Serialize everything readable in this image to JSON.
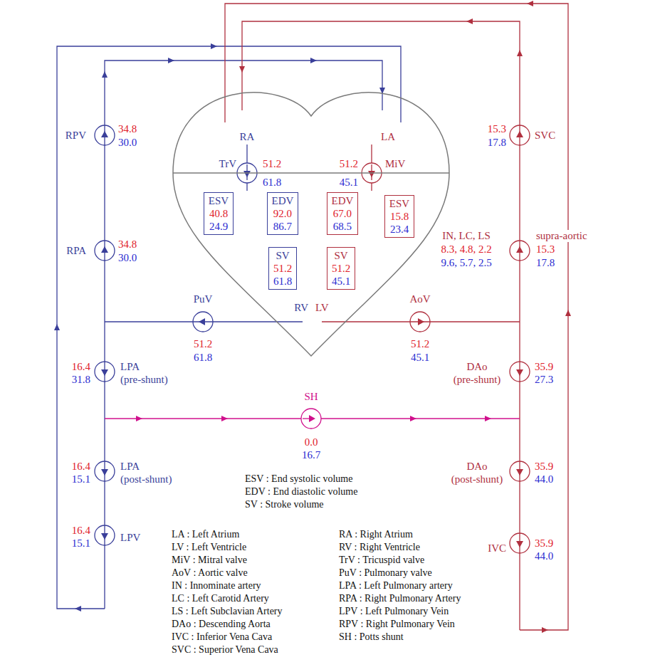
{
  "diagram": {
    "nodes": [
      {
        "text": [
          "RA",
          "LA",
          "RV",
          "LV"
        ]
      },
      {
        "text": [
          "ESV",
          "40.8",
          "24.9"
        ],
        "in": 0
      },
      {
        "text": [
          "EDV",
          "92.0",
          "86.7"
        ],
        "in": 0
      },
      {
        "text": [
          "SV",
          "51.2",
          "61.8"
        ],
        "in": 0
      },
      {
        "text": [
          "EDV",
          "67.0",
          "68.5"
        ],
        "in": 0
      },
      {
        "text": [
          "ESV",
          "15.8",
          "23.4"
        ],
        "in": 0
      },
      {
        "text": [
          "SV",
          "51.2",
          "45.1"
        ],
        "in": 0
      }
    ],
    "labels": [
      "RPV",
      "34.8",
      "30.0",
      "RPA",
      "34.8",
      "30.0",
      "PuV",
      "51.2",
      "61.8",
      "16.4",
      "31.8",
      "LPA",
      "(pre-shunt)",
      "SH",
      "0.0",
      "16.7",
      "16.4",
      "15.1",
      "LPA",
      "(post-shunt)",
      "16.4",
      "15.1",
      "LPV",
      "TrV",
      "51.2",
      "61.8",
      "51.2",
      "45.1",
      "MiV",
      "15.3",
      "17.8",
      "SVC",
      "IN, LC, LS",
      "supra-aortic",
      "8.3, 4.8, 2.2",
      "9.6, 5.7, 2.5",
      "15.3",
      "17.8",
      "AoV",
      "51.2",
      "45.1",
      "DAo",
      "(pre-shunt)",
      "35.9",
      "27.3",
      "DAo",
      "(post-shunt)",
      "35.9",
      "44.0",
      "IVC",
      "35.9",
      "44.0",
      "ESV : End systolic volume",
      "EDV : End diastolic volume",
      "SV : Stroke volume",
      "LA : Left Atrium",
      "LV : Left Ventricle",
      "MiV : Mitral valve",
      "AoV : Aortic valve",
      "IN : Innominate artery",
      "LC : Left Carotid Artery",
      "LS : Left Subclavian Artery",
      "DAo : Descending Aorta",
      "IVC : Inferior Vena Cava",
      "SVC : Superior Vena Cava",
      "RA : Right Atrium",
      "RV : Right Ventricle",
      "TrV : Tricuspid valve",
      "PuV : Pulmonary valve",
      "LPA : Left Pulmonary artery",
      "RPA : Right Pulmonary Artery",
      "LPV : Left Pulmonary Vein",
      "RPV : Right Pulmonary Vein",
      "SH : Potts shunt"
    ]
  }
}
